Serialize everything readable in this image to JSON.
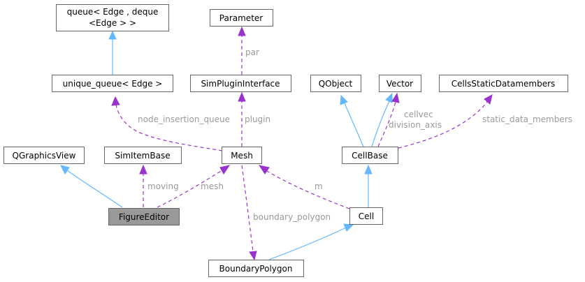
{
  "nodes": {
    "queue_edge": {
      "line1": "queue< Edge , deque",
      "line2": "<Edge >  >"
    },
    "parameter": "Parameter",
    "unique_queue": "unique_queue< Edge >",
    "sim_plugin_interface": "SimPluginInterface",
    "qobject": "QObject",
    "vector": "Vector",
    "cells_static": "CellsStaticDatamembers",
    "qgraphicsview": "QGraphicsView",
    "sim_item_base": "SimItemBase",
    "mesh": "Mesh",
    "cellbase": "CellBase",
    "figure_editor": "FigureEditor",
    "cell": "Cell",
    "boundary_polygon": "BoundaryPolygon"
  },
  "edge_labels": {
    "par": "par",
    "node_insertion_queue": "node_insertion_queue",
    "plugin": "plugin",
    "cellvec": "cellvec",
    "division_axis": "division_axis",
    "static_data_members": "static_data_members",
    "moving": "moving",
    "mesh": "mesh",
    "m": "m",
    "boundary_polygon": "boundary_polygon"
  },
  "colors": {
    "inheritance": "#63b8ff",
    "usage": "#9a32cd",
    "focus_fill": "#999999",
    "label": "#9a9a9a"
  }
}
